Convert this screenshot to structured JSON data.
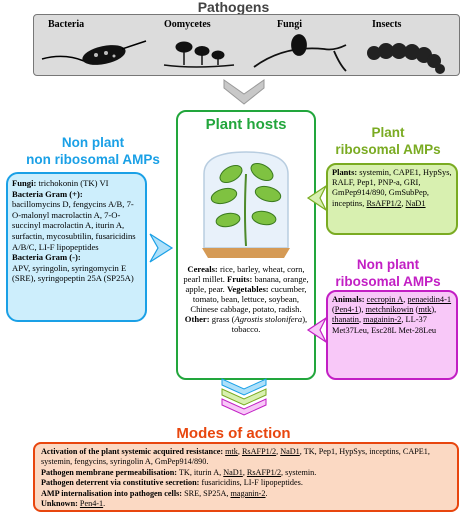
{
  "pathogens": {
    "title": "Pathogens",
    "labels": [
      "Bacteria",
      "Oomycetes",
      "Fungi",
      "Insects"
    ]
  },
  "plant_hosts": {
    "title": "Plant hosts",
    "cereals_label": "Cereals:",
    "cereals": " rice, barley, wheat, corn, pearl millet. ",
    "fruits_label": "Fruits:",
    "fruits": " banana, orange, apple, pear. ",
    "vegetables_label": "Vegetables:",
    "vegetables": " cucumber, tomato, bean, lettuce, soybean, Chinese cabbage, potato, radish. ",
    "other_label": "Other:",
    "other_pre": " grass (",
    "other_species": "Agrostis stolonifera",
    "other_post": "), tobacco."
  },
  "non_plant_non_ribosomal": {
    "title_line1": "Non plant",
    "title_line2": "non ribosomal AMPs",
    "fungi_label": "Fungi:",
    "fungi": " trichokonin (TK) VI",
    "gram_pos_label": "Bacteria Gram (+):",
    "gram_pos": "bacillomycins D, fengycins A/B, 7-O-malonyl macrolactin A, 7-O-succinyl macrolactin A, iturin A, surfactin, mycosubtilin, fusaricidins A/B/C, LI-F lipopeptides",
    "gram_neg_label": "Bacteria Gram (-):",
    "gram_neg": "APV, syringolin, syringomycin E (SRE), syringopeptin 25A (SP25A)"
  },
  "plant_ribosomal": {
    "title_line1": "Plant",
    "title_line2": "ribosomal AMPs",
    "plants_label": "Plants:",
    "plants": " systemin, CAPE1, HypSys, RALF, Pep1, PNP-a, GRI, GmPep914/890, GmSubPep, inceptins, ",
    "rsafp": "RsAFP1/2",
    "sep": ", ",
    "nad1": "NaD1"
  },
  "non_plant_ribosomal": {
    "title_line1": "Non plant",
    "title_line2": "ribosomal AMPs",
    "animals_label": "Animals:",
    "cecropin": "cecropin A",
    "penaeidin": "penaeidin4-1",
    "pen": "Pen4-1",
    "metchnikowin": "metchnikowin",
    "mtk": "mtk",
    "thanatin": "thanatin",
    "magainin": "magainin-2",
    "rest": ", LL-37 Met37Leu, Esc28L Met-28Leu"
  },
  "modes_of_action": {
    "title": "Modes of action",
    "l1_label": "Activation of the plant systemic acquired resistance:",
    "l1_mtk": "mtk",
    "l1_rsafp": "RsAFP1/2",
    "l1_nad1": "NaD1",
    "l1_rest": ", TK, Pep1, HypSys, inceptins, CAPE1, systemin, fengycins, syringolin A, GmPep914/890.",
    "l2_label": "Pathogen membrane permeabilisation:",
    "l2_pre": " TK, iturin A, ",
    "l2_nad1": "NaD1",
    "l2_rsafp": "RsAFP1/2",
    "l2_post": ", systemin.",
    "l3_label": "Pathogen deterrent via constitutive secretion:",
    "l3": " fusaricidins, LI-F lipopeptides.",
    "l4_label": "AMP internalisation into pathogen cells:",
    "l4_pre": " SRE, SP25A, ",
    "l4_magainin": "maganin-2",
    "l5_label": "Unknown:",
    "l5_pen": "Pen4-1"
  },
  "colors": {
    "green": "#22a63c",
    "blue": "#1aa0e6",
    "lime": "#7aab22",
    "magenta": "#c21fc4",
    "orange": "#e8460e",
    "gray": "#dcdcdc"
  }
}
